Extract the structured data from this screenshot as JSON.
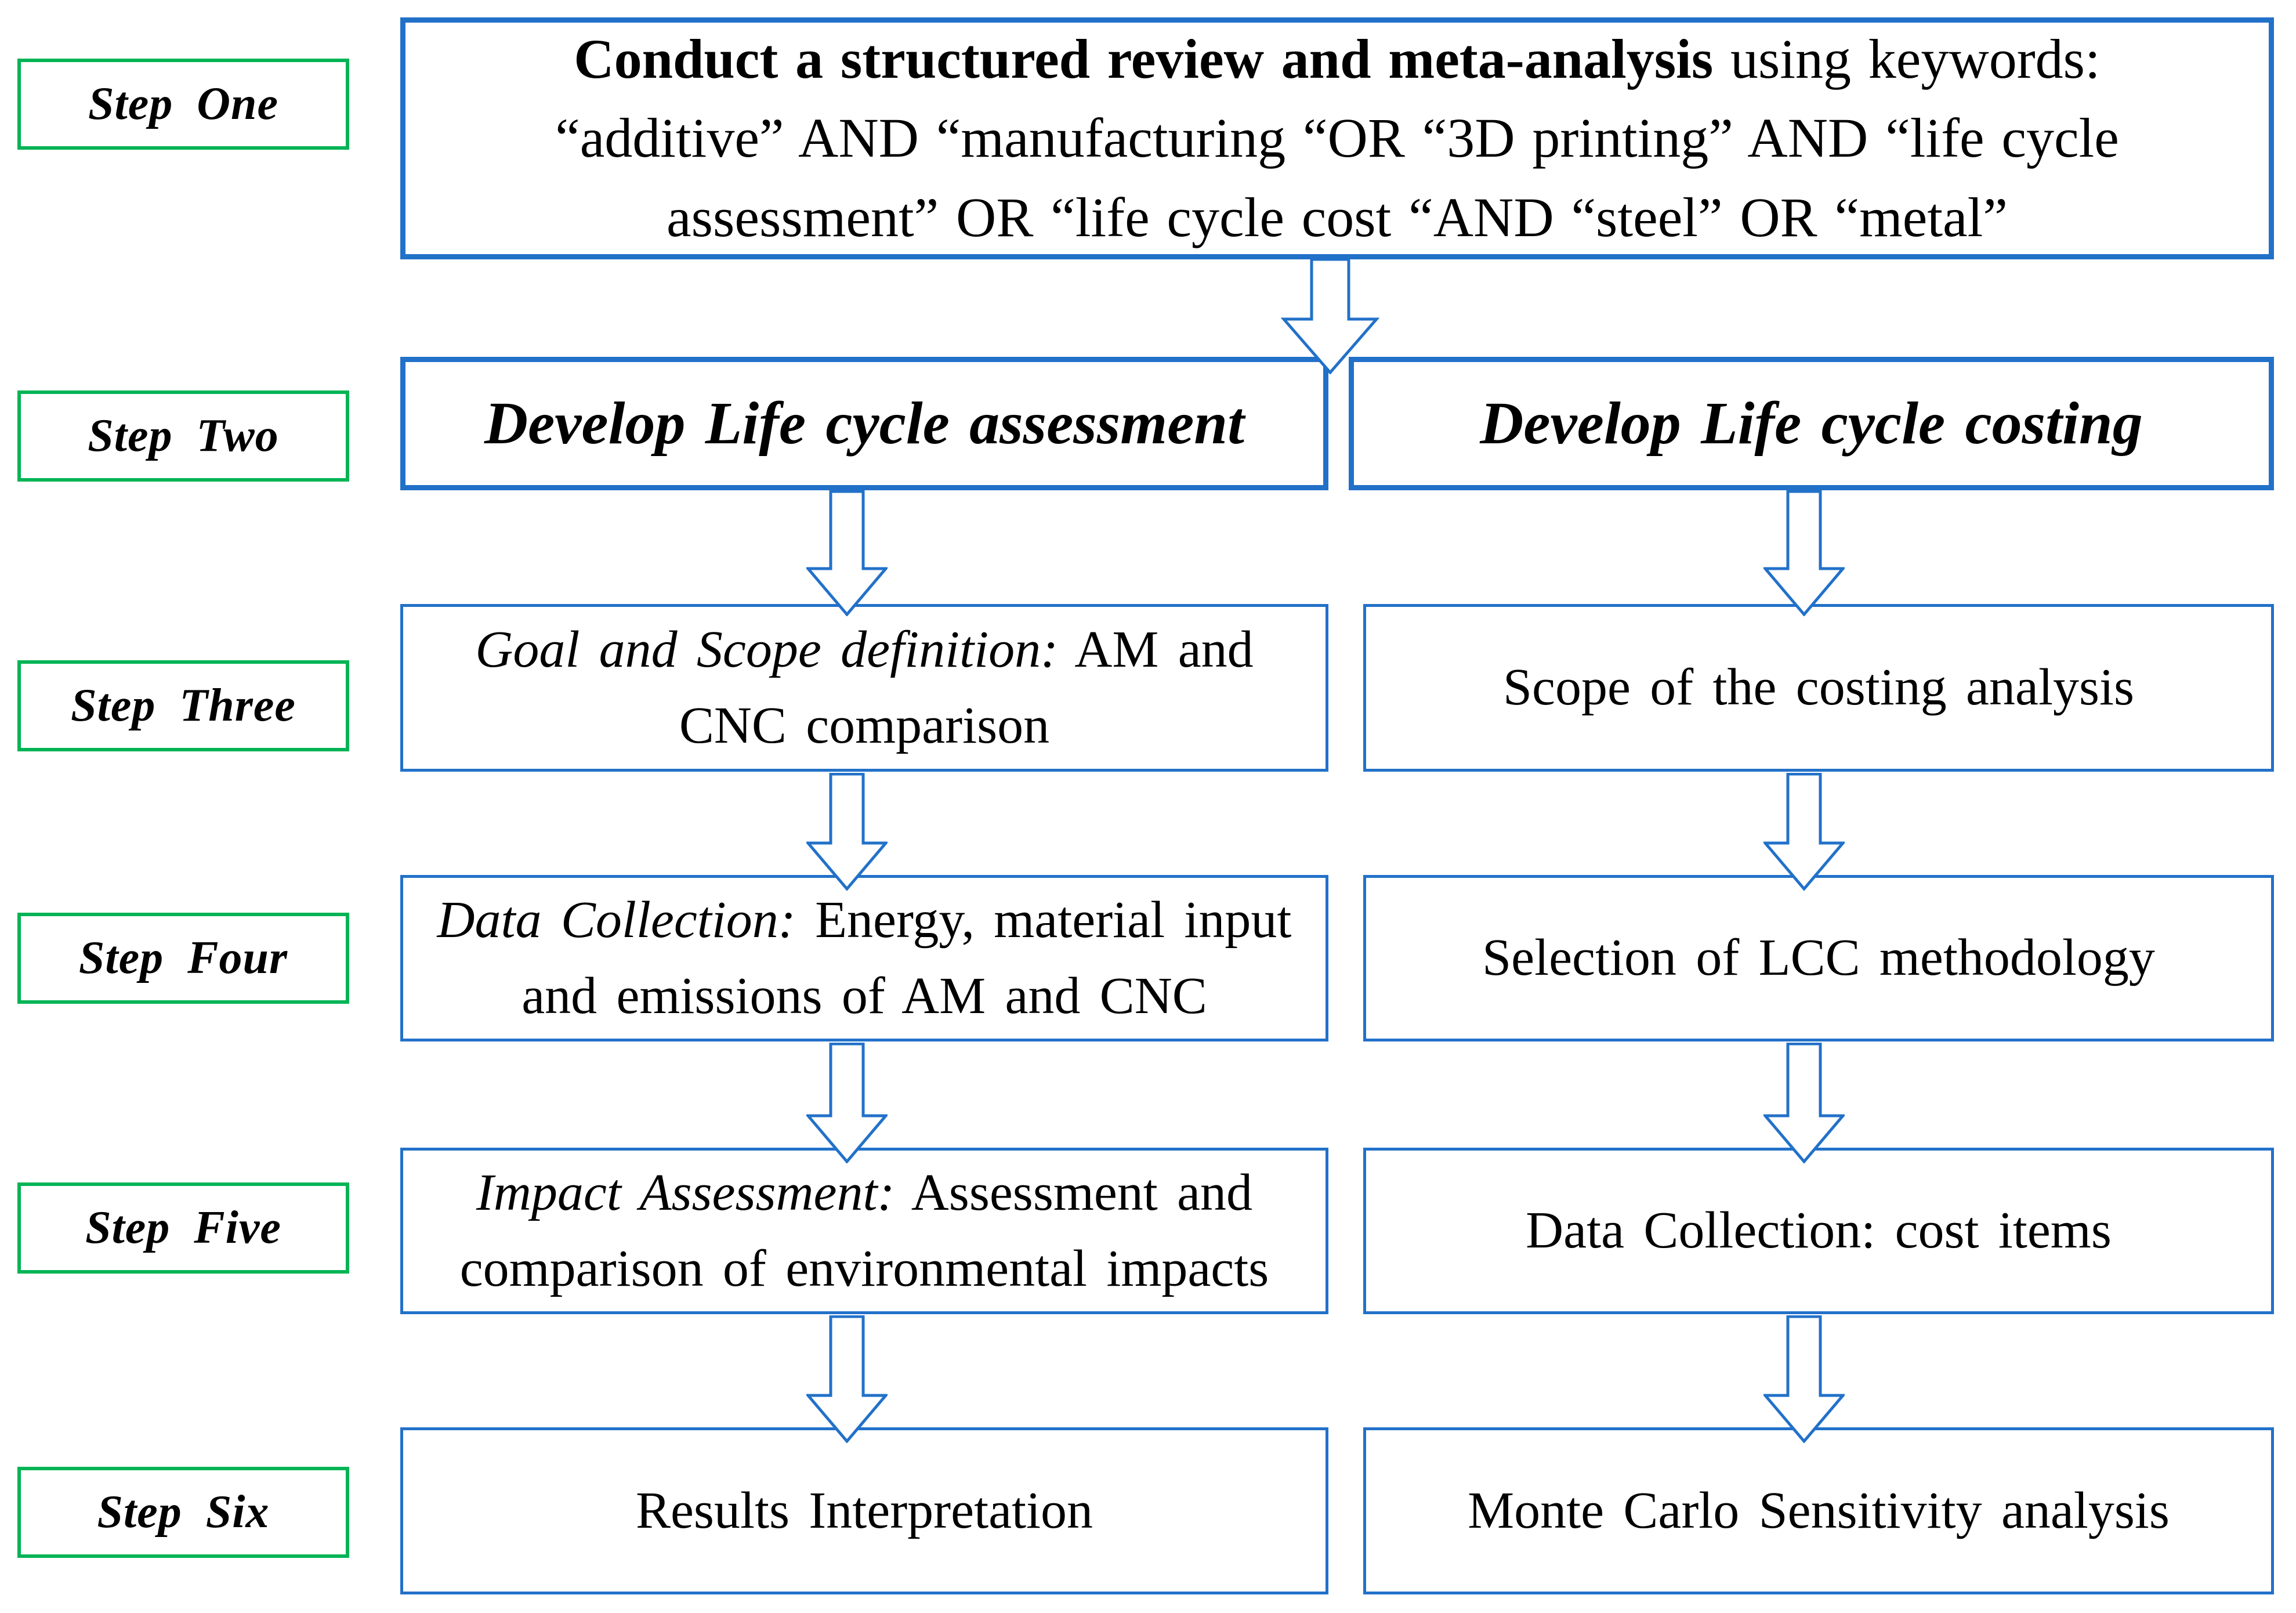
{
  "title_box": {
    "bold": "Conduct a structured review and meta-analysis",
    "line1_rest": " using keywords:",
    "line2": "“additive” AND “manufacturing “OR “3D printing” AND “life cycle",
    "line3": "assessment” OR “life cycle cost “AND “steel” OR “metal”"
  },
  "step_labels": [
    "Step One",
    "Step Two",
    "Step Three",
    "Step Four",
    "Step Five",
    "Step Six"
  ],
  "lca_column": {
    "title": "Develop Life cycle assessment",
    "goal_scope": {
      "lead": "Goal and Scope definition:",
      "rest": " AM and CNC comparison"
    },
    "data_collection": {
      "lead": "Data Collection:",
      "rest": " Energy, material input and emissions of AM and CNC"
    },
    "impact_assessment": {
      "lead": "Impact Assessment:",
      "rest": " Assessment and comparison of environmental impacts"
    },
    "results": "Results Interpretation"
  },
  "lcc_column": {
    "title": "Develop Life cycle costing",
    "scope": "Scope of the costing analysis",
    "methodology": "Selection of LCC methodology",
    "data_collection": "Data Collection: cost items",
    "sensitivity": "Monte Carlo Sensitivity analysis"
  },
  "colors": {
    "box_border_blue": "#2271c9",
    "label_border_green": "#00b455",
    "text_black": "#000000"
  }
}
